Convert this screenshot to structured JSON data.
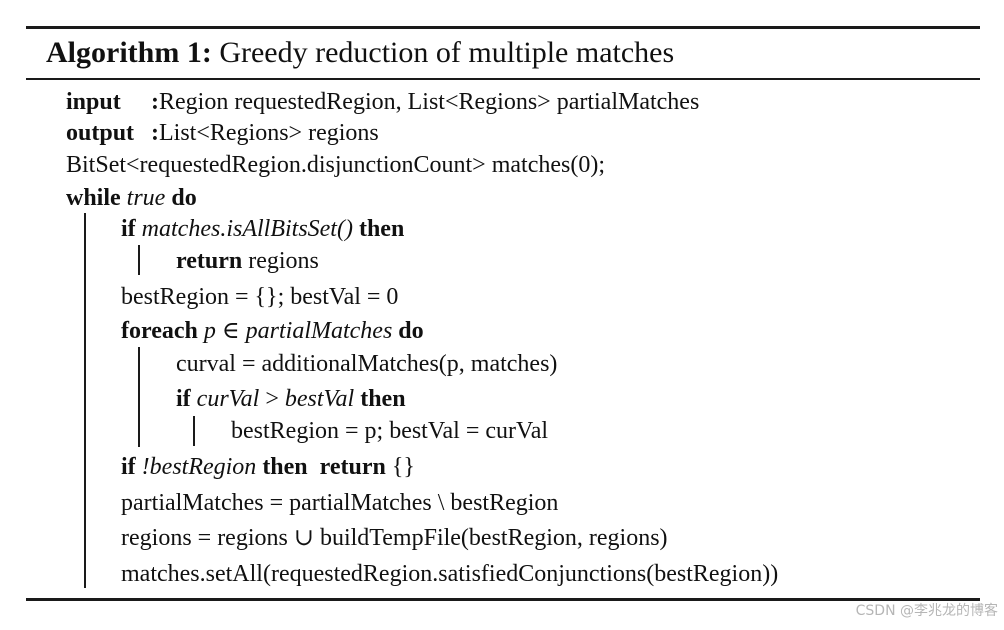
{
  "algorithm": {
    "label": "Algorithm 1:",
    "title": "Greedy reduction of multiple matches"
  },
  "lines": {
    "input_kw": "input",
    "input_colon": ":",
    "input_text": "Region requestedRegion, List<Regions> partialMatches",
    "output_kw": "output",
    "output_colon": ":",
    "output_text": "List<Regions> regions",
    "bitset": "BitSet<requestedRegion.disjunctionCount> matches(0);",
    "while_kw": "while",
    "while_cond": "true",
    "while_do": "do",
    "if1_kw": "if",
    "if1_cond": "matches.isAllBitsSet()",
    "if1_then": "then",
    "return_kw": "return",
    "return_val": "regions",
    "best_init": "bestRegion = {}; bestVal = 0",
    "foreach_kw": "foreach",
    "foreach_var": "p",
    "foreach_in": "∈",
    "foreach_set": "partialMatches",
    "foreach_do": "do",
    "curval": "curval = additionalMatches(p, matches)",
    "if2_kw": "if",
    "if2_lhs": "curVal",
    "if2_op": ">",
    "if2_rhs": "bestVal",
    "if2_then": "then",
    "best_assign": "bestRegion = p; bestVal = curVal",
    "if3_kw": "if",
    "if3_cond": "!bestRegion",
    "if3_then": "then",
    "if3_return": "return",
    "if3_val": "{}",
    "partial_update": "partialMatches = partialMatches \\ bestRegion",
    "regions_update": "regions = regions ∪ buildTempFile(bestRegion, regions)",
    "set_all": "matches.setAll(requestedRegion.satisfiedConjunctions(bestRegion))"
  },
  "watermark": "CSDN @李兆龙的博客"
}
